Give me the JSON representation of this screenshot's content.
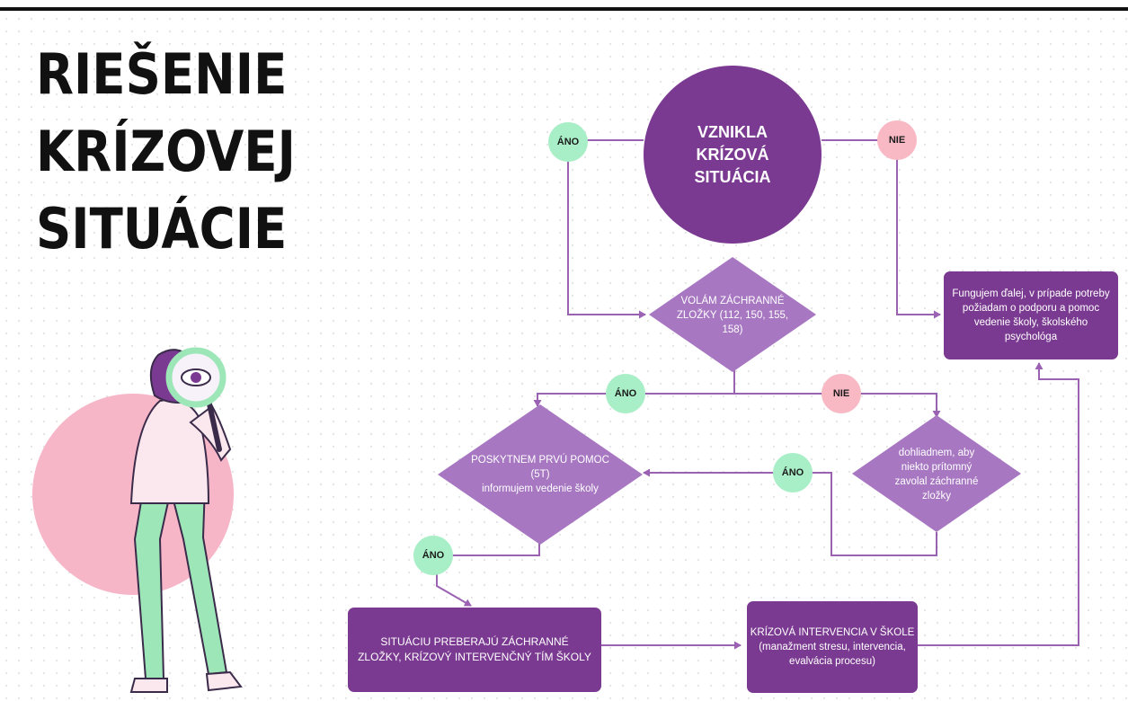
{
  "title": {
    "line1": "RIEŠENIE",
    "line2": "KRÍZOVEJ",
    "line3": "SITUÁCIE"
  },
  "colors": {
    "dark_purple": "#7b3a91",
    "mid_purple": "#a777c2",
    "line_purple": "#9b62b3",
    "yes_green": "#a8efc7",
    "no_pink": "#f8b8c4",
    "pink_circle": "#f6b6c8",
    "mint_pants": "#9ce6b8"
  },
  "nodes": {
    "start": "VZNIKLA KRÍZOVÁ SITUÁCIA",
    "call": "VOLÁM ZÁCHRANNÉ ZLOŽKY (112, 150, 155, 158)",
    "first_aid_line1": "POSKYTNEM PRVÚ POMOC",
    "first_aid_line2": "(5T)",
    "first_aid_line3": "informujem vedenie školy",
    "ensure": "dohliadnem, aby niekto prítomný zavolal záchranné zložky",
    "continue": "Fungujem ďalej, v prípade potreby požiadam o podporu a pomoc vedenie školy, školského psychológa",
    "takeover": "SITUÁCIU PREBERAJÚ ZÁCHRANNÉ ZLOŽKY, KRÍZOVÝ INTERVENČNÝ TÍM ŠKOLY",
    "intervention_line1": "KRÍZOVÁ INTERVENCIA V ŠKOLE",
    "intervention_line2": "(manažment stresu, intervencia, evalvácia procesu)"
  },
  "labels": {
    "yes": "ÁNO",
    "no": "NIE"
  }
}
